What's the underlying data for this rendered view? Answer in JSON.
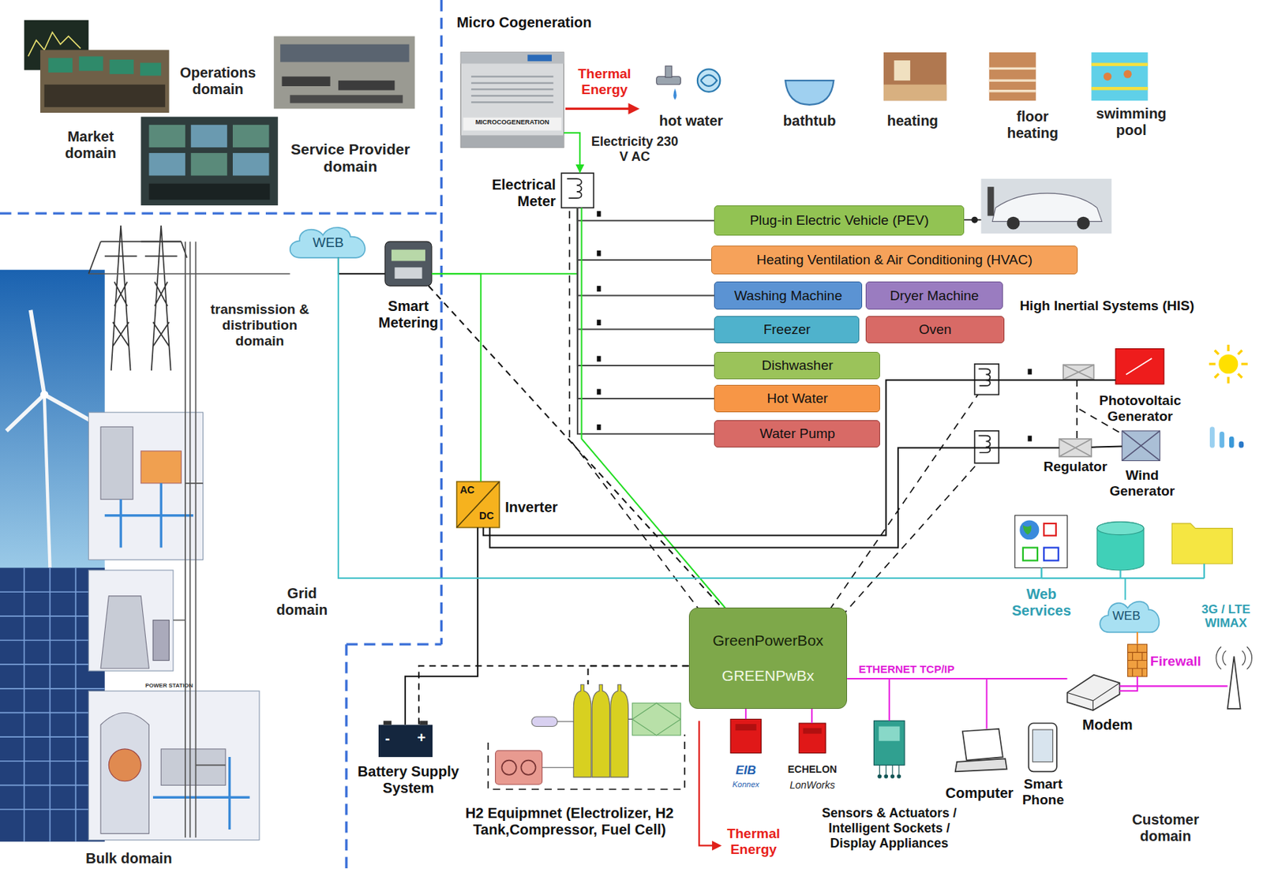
{
  "diagram": {
    "nodes": [
      {
        "text": [
          "Micro Cogeneration",
          "MICROCOGENERATION"
        ]
      },
      {
        "text": [
          "Electrical Meter"
        ]
      },
      {
        "text": [
          "WEB"
        ]
      },
      {
        "text": [
          "Smart Metering"
        ]
      },
      {
        "text": [
          "Plug-in Electric Vehicle (PEV)"
        ]
      },
      {
        "text": [
          "Heating Ventilation & Air Conditioning (HVAC)"
        ]
      },
      {
        "text": [
          "Washing Machine"
        ]
      },
      {
        "text": [
          "Dryer Machine"
        ]
      },
      {
        "text": [
          "Freezer"
        ]
      },
      {
        "text": [
          "Oven"
        ]
      },
      {
        "text": [
          "Dishwasher"
        ]
      },
      {
        "text": [
          "Hot Water"
        ]
      },
      {
        "text": [
          "Water Pump"
        ]
      },
      {
        "text": [
          "AC",
          "DC",
          "Inverter"
        ]
      },
      {
        "text": [
          "GreenPowerBox",
          "GREENPwBx"
        ]
      },
      {
        "text": [
          "-",
          "+",
          "Battery Supply System"
        ]
      },
      {
        "text": [
          "H2 Equipmnet (Electrolizer, H2 Tank,Compressor, Fuel Cell)"
        ]
      },
      {
        "text": [
          "Photovoltaic Generator"
        ]
      },
      {
        "text": [
          "Wind Generator"
        ]
      },
      {
        "text": [
          "Regulator"
        ]
      },
      {
        "text": [
          "Web Services"
        ]
      },
      {
        "text": [
          "WEB"
        ]
      },
      {
        "text": [
          "Firewall"
        ]
      },
      {
        "text": [
          "Modem"
        ]
      },
      {
        "text": [
          "Computer"
        ]
      },
      {
        "text": [
          "Smart Phone"
        ]
      },
      {
        "text": [
          "EIB",
          "Konnex"
        ]
      },
      {
        "text": [
          "ECHELON",
          "LonWorks"
        ]
      },
      {
        "text": [
          "Sensors & Actuators / Intelligent Sockets / Display Appliances"
        ]
      }
    ],
    "edges": [
      {
        "from": 0,
        "to": 1,
        "arrow": "to"
      },
      {
        "from": 2,
        "to": 3,
        "arrow": "none"
      },
      {
        "from": 3,
        "to": 1,
        "arrow": "none"
      },
      {
        "from": 1,
        "to": 4,
        "arrow": "none"
      },
      {
        "from": 1,
        "to": 5,
        "arrow": "none"
      },
      {
        "from": 1,
        "to": 6,
        "arrow": "none"
      },
      {
        "from": 1,
        "to": 8,
        "arrow": "none"
      },
      {
        "from": 1,
        "to": 10,
        "arrow": "none"
      },
      {
        "from": 1,
        "to": 11,
        "arrow": "none"
      },
      {
        "from": 1,
        "to": 12,
        "arrow": "none"
      },
      {
        "from": 3,
        "to": 14,
        "arrow": "none"
      },
      {
        "from": 1,
        "to": 14,
        "arrow": "none"
      },
      {
        "from": 3,
        "to": 13,
        "arrow": "none"
      },
      {
        "from": 13,
        "to": 15,
        "arrow": "none"
      },
      {
        "from": 13,
        "to": 17,
        "arrow": "none"
      },
      {
        "from": 13,
        "to": 19,
        "arrow": "none"
      },
      {
        "from": 19,
        "to": 18,
        "arrow": "none"
      },
      {
        "from": 14,
        "to": 15,
        "arrow": "none"
      },
      {
        "from": 14,
        "to": 16,
        "arrow": "none"
      },
      {
        "from": 14,
        "to": 23,
        "arrow": "none"
      },
      {
        "from": 14,
        "to": 24,
        "arrow": "none"
      },
      {
        "from": 14,
        "to": 28,
        "arrow": "none"
      },
      {
        "from": 14,
        "to": 26,
        "arrow": "none"
      },
      {
        "from": 14,
        "to": 27,
        "arrow": "none"
      },
      {
        "from": 23,
        "to": 22,
        "arrow": "none"
      },
      {
        "from": 22,
        "to": 21,
        "arrow": "none"
      },
      {
        "from": 2,
        "to": 20,
        "arrow": "none"
      },
      {
        "from": 21,
        "to": 20,
        "arrow": "none"
      }
    ],
    "labels": [
      "Operations domain",
      "Market domain",
      "Service Provider domain",
      "transmission & distribution domain",
      "Grid domain",
      "Bulk domain",
      "Customer domain",
      "Thermal Energy",
      "Electricity 230 V AC",
      "hot water",
      "bathtub",
      "heating",
      "floor heating",
      "swimming pool",
      "High Inertial Systems (HIS)",
      "ETHERNET TCP/IP",
      "3G / LTE WIMAX",
      "Thermal Energy",
      "POWER STATION"
    ]
  }
}
